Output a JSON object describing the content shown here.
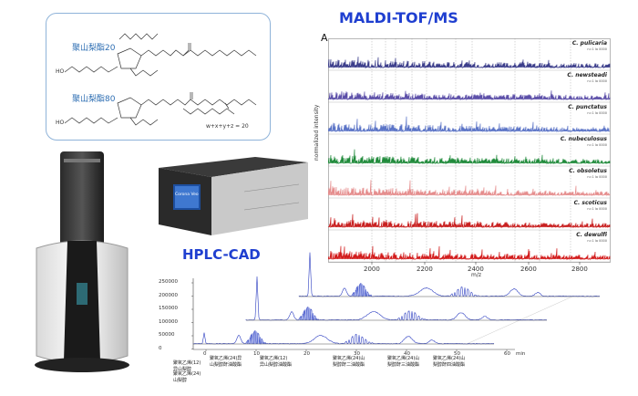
{
  "chem": {
    "label_top": "聚山梨酯20",
    "label_mid": "聚山梨酯80",
    "equation": "w+x+y+z = 20",
    "formula_ho": "HO"
  },
  "maldi": {
    "title": "MALDI-TOF/MS",
    "panel_letter": "A",
    "ylabel": "normalized intensity",
    "xlabel": "m/z",
    "xticks": [
      "2000",
      "2200",
      "2400",
      "2600",
      "2800"
    ],
    "strips": [
      {
        "name": "C. pulicaria",
        "sub": "n=1 Ia 0000",
        "color": "#3a3c8a"
      },
      {
        "name": "C. newsteadi",
        "sub": "n=1 Ia 0000",
        "color": "#5b4ea8"
      },
      {
        "name": "C. punctatus",
        "sub": "n=1 Ia 0000",
        "color": "#5a73c6"
      },
      {
        "name": "C. nubeculosus",
        "sub": "n=1 Ia 0000",
        "color": "#1f8a3a"
      },
      {
        "name": "C. obsoletus",
        "sub": "n=1 Ia 0000",
        "color": "#e58c8c"
      },
      {
        "name": "C. scoticus",
        "sub": "n=1 Ia 0000",
        "color": "#c81e1e"
      },
      {
        "name": "C. dewulfi",
        "sub": "n=1 Ia 0000",
        "color": "#d21a1a"
      }
    ]
  },
  "hplc": {
    "title": "HPLC-CAD",
    "instrument_screen_text": "Corona Veo",
    "yticks": [
      "250000",
      "200000",
      "150000",
      "100000",
      "50000",
      "0"
    ],
    "xticks": [
      "0",
      "10",
      "20",
      "30",
      "40",
      "50",
      "60"
    ],
    "xunit": "min",
    "annotations": [
      {
        "line1": "聚氧乙烯(12)",
        "line2": "异山梨醇"
      },
      {
        "line1": "聚氧乙烯(24)",
        "line2": "山梨醇"
      },
      {
        "line1": "聚氧乙烯(24)异",
        "line2": "山梨醇酐油酸酯"
      },
      {
        "line1": "聚氧乙烯(12)",
        "line2": "异山梨醇油酸酯"
      },
      {
        "line1": "聚氧乙烯(24)山",
        "line2": "梨醇酐二油酸酯"
      },
      {
        "line1": "聚氧乙烯(24)山",
        "line2": "梨醇酐三油酸酯"
      },
      {
        "line1": "聚氧乙烯(24)山",
        "line2": "梨醇酐四油酸酯"
      }
    ]
  },
  "colors": {
    "maldi_title": "#1f3fd0",
    "hplc_trace": "#2a3cc0",
    "hplc_fill": "#6a7ad8",
    "chem_border": "#8fb3d9",
    "chem_label": "#2f6fb3"
  },
  "icons": {
    "instrument_tower": "mass-spectrometer-icon",
    "instrument_box": "hplc-instrument-icon"
  }
}
